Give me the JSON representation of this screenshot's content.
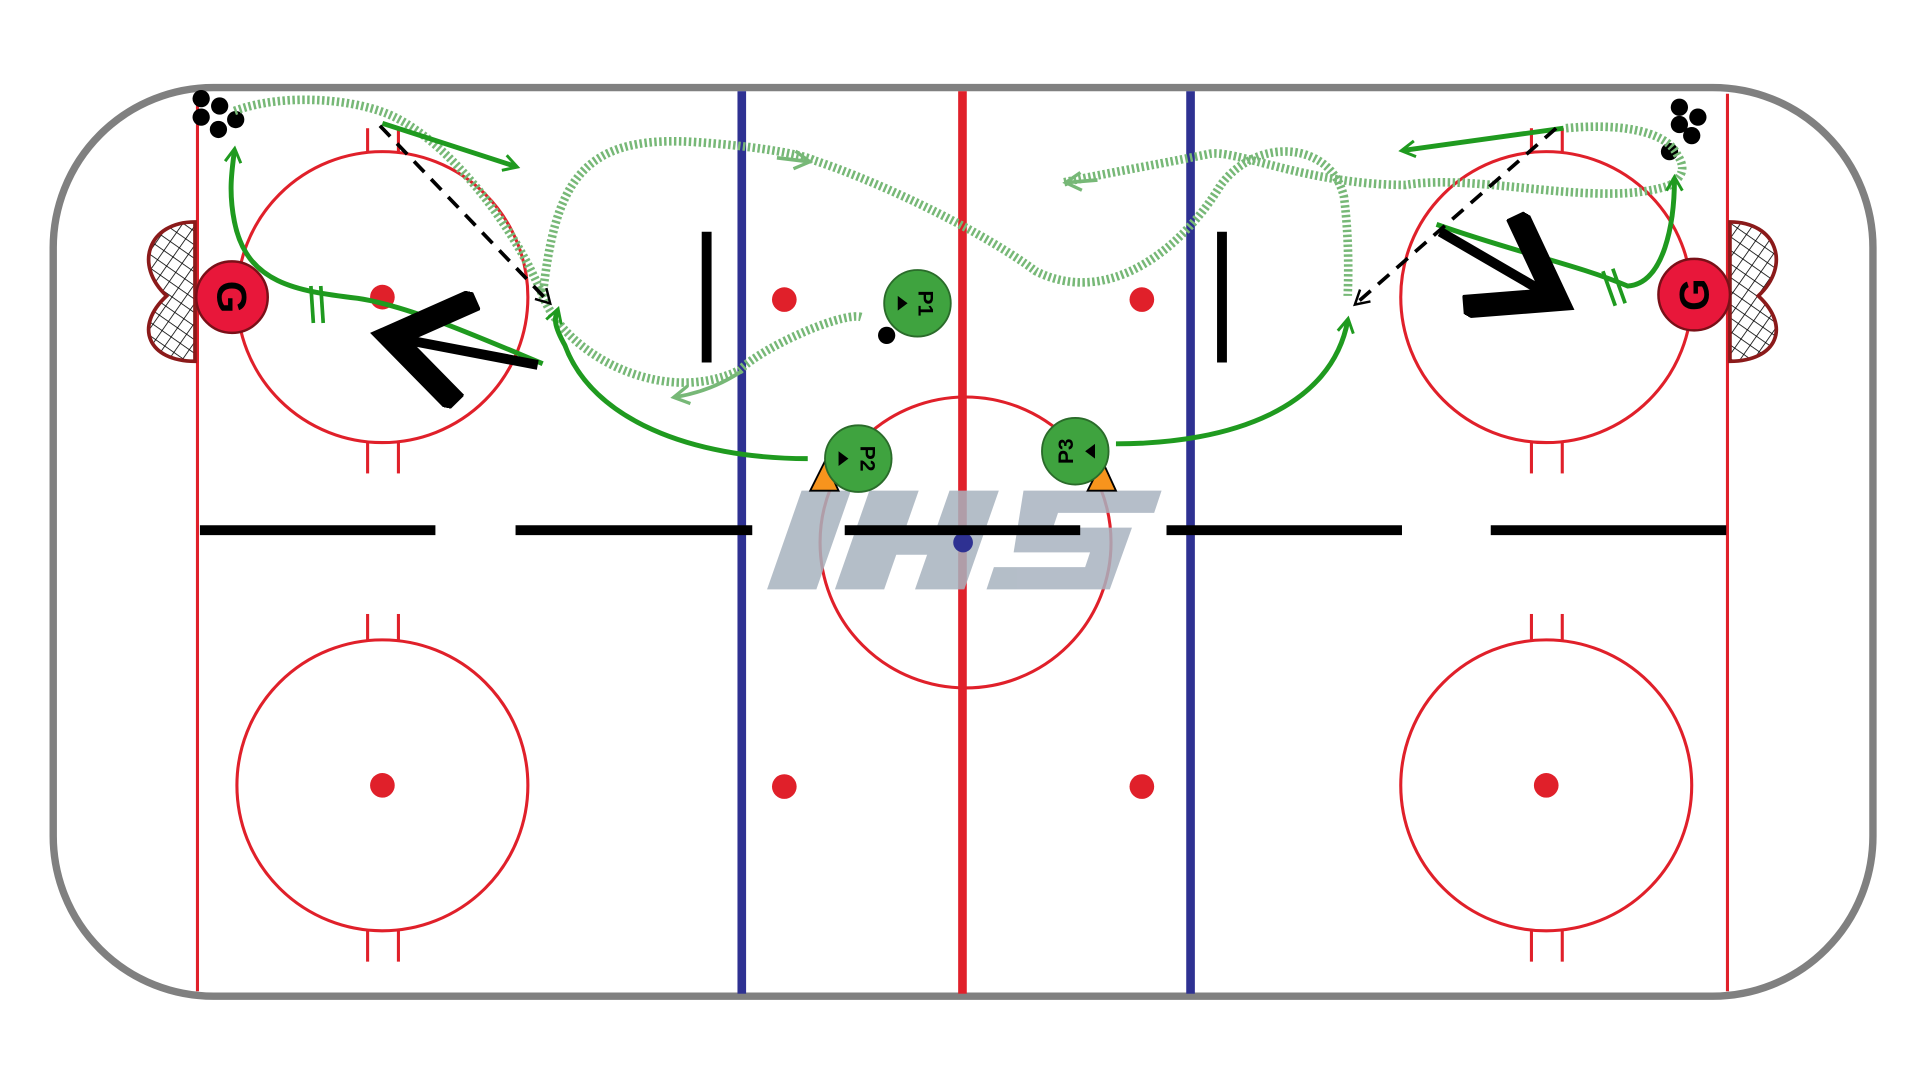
{
  "diagram": {
    "type": "hockey-drill",
    "players": [
      {
        "id": "p1",
        "label": "P1"
      },
      {
        "id": "p2",
        "label": "P2"
      },
      {
        "id": "p3",
        "label": "P3"
      }
    ],
    "goalies": [
      {
        "id": "goalie-left",
        "label": "G"
      },
      {
        "id": "goalie-right",
        "label": "G"
      }
    ],
    "watermark": "IHS",
    "colors": {
      "board": "#808080",
      "red_line": "#e0202a",
      "blue_line": "#2e3192",
      "player_fill": "#3fa33f",
      "skate_path": "#1f9a1f",
      "puck_path": "#77b877",
      "goalie_fill": "#e8173a",
      "cone": "#f7941d",
      "pass": "#000000"
    }
  }
}
